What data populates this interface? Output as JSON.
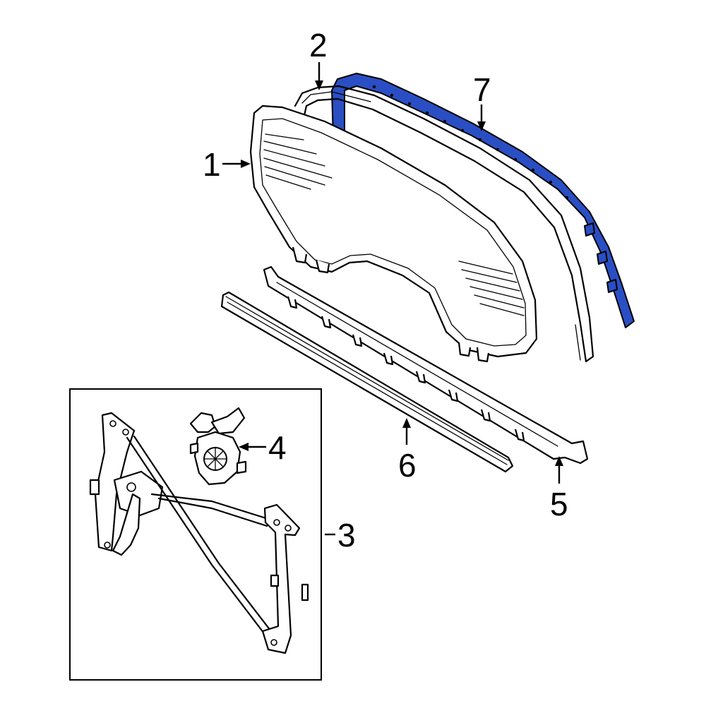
{
  "diagram": {
    "highlight_color": "#2a4fc4",
    "callouts": [
      {
        "id": "1",
        "label": "1"
      },
      {
        "id": "2",
        "label": "2"
      },
      {
        "id": "3",
        "label": "3"
      },
      {
        "id": "4",
        "label": "4"
      },
      {
        "id": "5",
        "label": "5"
      },
      {
        "id": "6",
        "label": "6"
      },
      {
        "id": "7",
        "label": "7"
      }
    ]
  }
}
